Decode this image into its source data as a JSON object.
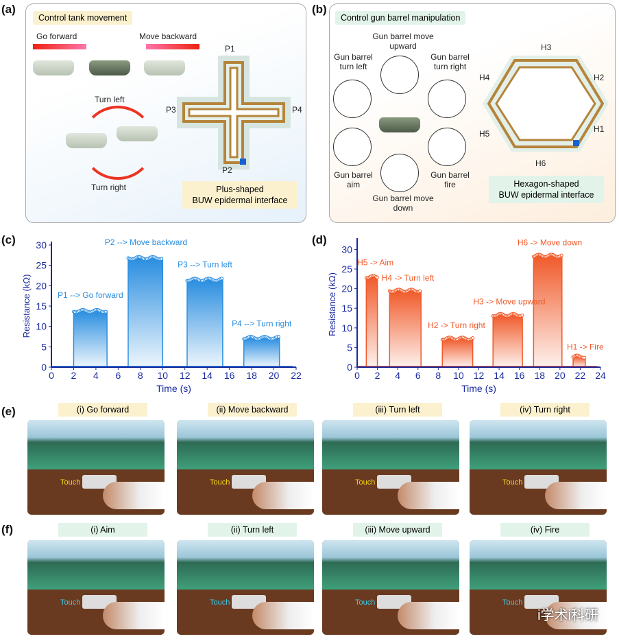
{
  "panel_a": {
    "label": "(a)",
    "title": "Control tank movement",
    "go_forward": "Go forward",
    "move_backward": "Move backward",
    "turn_left": "Turn left",
    "turn_right": "Turn right",
    "p1": "P1",
    "p2": "P2",
    "p3": "P3",
    "p4": "P4",
    "interface_line1": "Plus-shaped",
    "interface_line2": "BUW epidermal interface"
  },
  "panel_b": {
    "label": "(b)",
    "title": "Control gun barrel manipulation",
    "move_upward": "Gun barrel move upward",
    "turn_left": "Gun barrel turn left",
    "turn_right": "Gun barrel turn right",
    "aim": "Gun barrel aim",
    "fire": "Gun barrel fire",
    "move_down": "Gun barrel move down",
    "h1": "H1",
    "h2": "H2",
    "h3": "H3",
    "h4": "H4",
    "h5": "H5",
    "h6": "H6",
    "interface_line1": "Hexagon-shaped",
    "interface_line2": "BUW epidermal interface"
  },
  "panel_c_label": "(c)",
  "panel_d_label": "(d)",
  "chart_data": [
    {
      "type": "area",
      "title": "",
      "xlabel": "Time (s)",
      "ylabel": "Resistance (kΩ)",
      "xlim": [
        0,
        22
      ],
      "ylim": [
        0,
        30
      ],
      "xticks": [
        0,
        2,
        4,
        6,
        8,
        10,
        12,
        14,
        16,
        18,
        20,
        22
      ],
      "yticks": [
        0,
        5,
        10,
        15,
        20,
        25,
        30
      ],
      "color": "#2a8ee0",
      "pulses": [
        {
          "start": 2.0,
          "end": 5.0,
          "value": 13.8
        },
        {
          "start": 6.9,
          "end": 10.0,
          "value": 26.8
        },
        {
          "start": 12.2,
          "end": 15.4,
          "value": 21.5
        },
        {
          "start": 17.3,
          "end": 20.5,
          "value": 7.2
        }
      ],
      "annotations": [
        {
          "text": "P1 --> Go forward",
          "x": 3.5,
          "y": 17
        },
        {
          "text": "P2 --> Move backward",
          "x": 8.5,
          "y": 30
        },
        {
          "text": "P3 --> Turn left",
          "x": 13.8,
          "y": 24.5
        },
        {
          "text": "P4 --> Turn right",
          "x": 18.9,
          "y": 10
        }
      ]
    },
    {
      "type": "area",
      "title": "",
      "xlabel": "Time (s)",
      "ylabel": "Resistance (kΩ)",
      "xlim": [
        0,
        24
      ],
      "ylim": [
        0,
        32
      ],
      "xticks": [
        0,
        2,
        4,
        6,
        8,
        10,
        12,
        14,
        16,
        18,
        20,
        22,
        24
      ],
      "yticks": [
        0,
        5,
        10,
        15,
        20,
        25,
        30
      ],
      "color": "#f05a2a",
      "pulses": [
        {
          "start": 0.9,
          "end": 2.0,
          "value": 23.0
        },
        {
          "start": 3.2,
          "end": 6.3,
          "value": 19.5
        },
        {
          "start": 8.4,
          "end": 11.4,
          "value": 7.3
        },
        {
          "start": 13.4,
          "end": 16.3,
          "value": 13.3
        },
        {
          "start": 17.4,
          "end": 20.2,
          "value": 28.4
        },
        {
          "start": 21.3,
          "end": 22.5,
          "value": 2.7
        }
      ],
      "annotations": [
        {
          "text": "H5 -> Aim",
          "x": 1.8,
          "y": 26
        },
        {
          "text": "H4 -> Turn left",
          "x": 5,
          "y": 22
        },
        {
          "text": "H2 -> Turn right",
          "x": 9.8,
          "y": 10
        },
        {
          "text": "H3 -> Move upward",
          "x": 15,
          "y": 16
        },
        {
          "text": "H6 -> Move down",
          "x": 19,
          "y": 31
        },
        {
          "text": "H1 -> Fire",
          "x": 22.5,
          "y": 4.5
        }
      ]
    }
  ],
  "panel_e": {
    "label": "(e)",
    "items": [
      "(i)  Go forward",
      "(ii)  Move backward",
      "(iii)  Turn left",
      "(iv)  Turn right"
    ],
    "touch": "Touch"
  },
  "panel_f": {
    "label": "(f)",
    "items": [
      "(i)  Aim",
      "(ii)  Turn left",
      "(iii)  Move upward",
      "(iv)  Fire"
    ],
    "touch": "Touch"
  },
  "watermark": "i学术i科研"
}
